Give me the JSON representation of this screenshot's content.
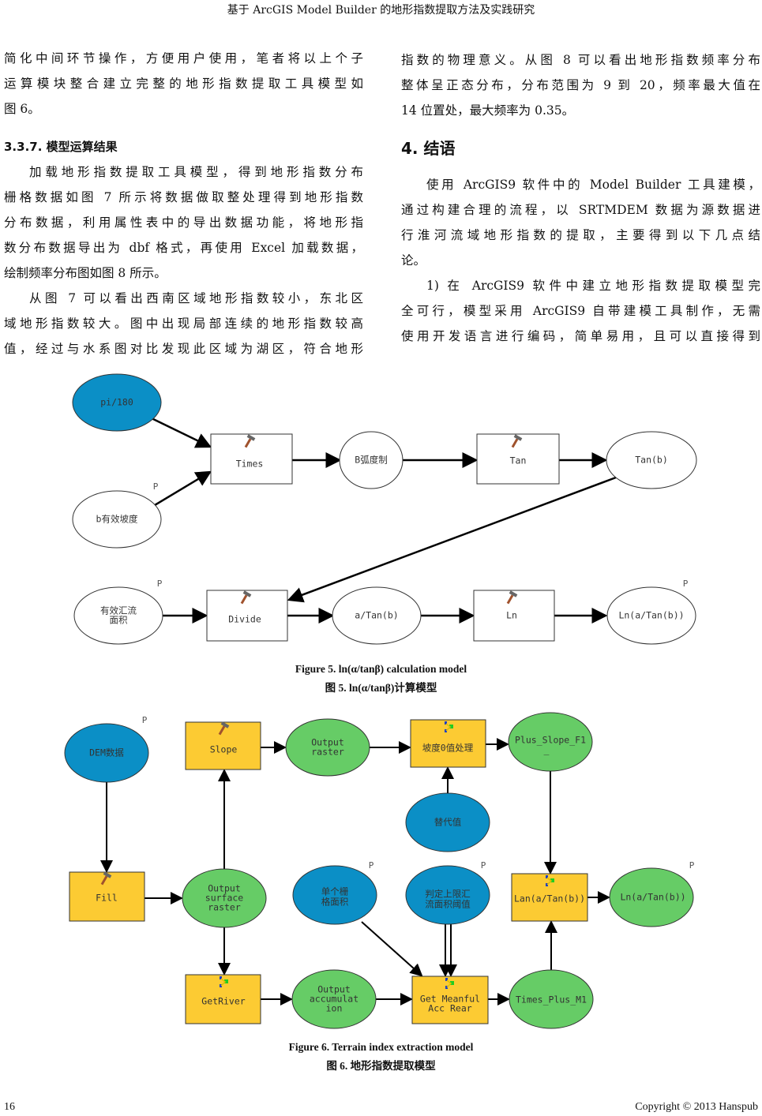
{
  "header": {
    "title": "基于 ArcGIS Model Builder 的地形指数提取方法及实践研究"
  },
  "left_column": {
    "para1": [
      "简化中间环节操作，方便用户使用，笔者将以上个子",
      "运算模块整合建立完整的地形指数提取工具模型如",
      "图 6。"
    ],
    "heading": "3.3.7.  模型运算结果",
    "para2": [
      "加载地形指数提取工具模型，得到地形指数分布",
      "栅格数据如图 7 所示将数据做取整处理得到地形指数",
      "分布数据，利用属性表中的导出数据功能，将地形指",
      "数分布数据导出为 dbf 格式，再使用 Excel 加载数据，",
      "绘制频率分布图如图 8 所示。"
    ],
    "para3": [
      "从图 7 可以看出西南区域地形指数较小，东北区",
      "域地形指数较大。图中出现局部连续的地形指数较高",
      "值，经过与水系图对比发现此区域为湖区，符合地形"
    ]
  },
  "right_column": {
    "para1": [
      "指数的物理意义。从图 8 可以看出地形指数频率分布",
      "整体呈正态分布，分布范围为 9 到 20，频率最大值在",
      "14 位置处，最大频率为 0.35。"
    ],
    "heading": "4.  结语",
    "para2": [
      "使用 ArcGIS9 软件中的 Model Builder 工具建模，",
      "通过构建合理的流程，以 SRTMDEM 数据为源数据进",
      "行淮河流域地形指数的提取，主要得到以下几点结",
      "论。"
    ],
    "para3": [
      "1)  在  ArcGIS9  软件中建立地形指数提取模型完",
      "全可行，模型采用 ArcGIS9 自带建模工具制作，无需",
      "使用开发语言进行编码，简单易用，且可以直接得到"
    ]
  },
  "figure5": {
    "nodes": {
      "pi180": "pi/180",
      "b_slope": "b有效坡度",
      "times": "Times",
      "b_rad": "B弧度制",
      "tan": "Tan",
      "tanb": "Tan(b)",
      "area1": "有效汇流",
      "area2": "面积",
      "divide": "Divide",
      "atanb": "a/Tan(b)",
      "ln": "Ln",
      "lnatanb": "Ln(a/Tan(b))",
      "p": "P"
    },
    "caption_en": "Figure 5. ln(α/tanβ) calculation model",
    "caption_cn": "图 5. ln(α/tanβ)计算模型"
  },
  "figure6": {
    "nodes": {
      "dem": "DEM数据",
      "slope": "Slope",
      "out_raster1": "Output",
      "out_raster2": "raster",
      "zero1": "坡度0值处理",
      "plus1": "Plus_Slope_F1",
      "plus2": "_",
      "subst": "替代值",
      "fill": "Fill",
      "osr1": "Output",
      "osr2": "surface",
      "osr3": "raster",
      "cell1": "单个栅",
      "cell2": "格面积",
      "thr1": "判定上限汇",
      "thr2": "流面积阈值",
      "lan": "Lan(a/Tan(b))",
      "ln": "Ln(a/Tan(b))",
      "getriver": "GetRiver",
      "oa1": "Output",
      "oa2": "accumulat",
      "oa3": "ion",
      "gm1": "Get Meanful",
      "gm2": "Acc Rear",
      "tpm": "Times_Plus_M1",
      "p": "P"
    },
    "colors": {
      "input": "#0b8fc6",
      "output": "#66cc66",
      "tool": "#fccb33"
    },
    "caption_en": "Figure 6. Terrain index extraction model",
    "caption_cn": "图 6.  地形指数提取模型"
  },
  "footer": {
    "page_number": "16",
    "copyright": "Copyright © 2013 Hanspub"
  }
}
